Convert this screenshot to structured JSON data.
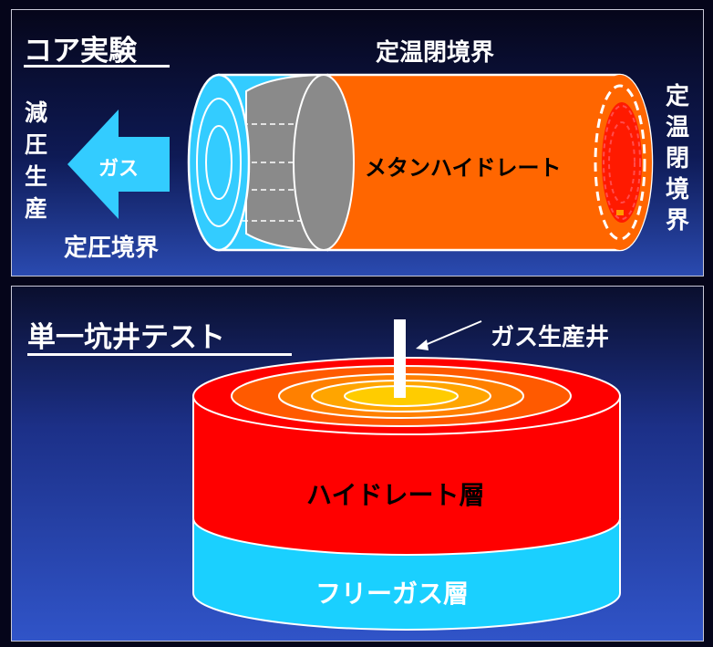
{
  "core": {
    "title": "コア実験",
    "top_boundary": "定温閉境界",
    "right_boundary": [
      "定",
      "温",
      "閉",
      "境",
      "界"
    ],
    "left_label": [
      "減",
      "圧",
      "生",
      "産"
    ],
    "gas_arrow": "ガス",
    "pressure_boundary": "定圧境界",
    "cylinder_label": "メタンハイドレート"
  },
  "well": {
    "title": "単一坑井テスト",
    "well_label": "ガス生産井",
    "hydrate_layer": "ハイドレート層",
    "free_gas_layer": "フリーガス層"
  },
  "colors": {
    "hydrate": "#ff6600",
    "cyan": "#33ccff",
    "red_layer": "#ff0000",
    "free_gas": "#1ad0ff",
    "grey": "#808080"
  }
}
